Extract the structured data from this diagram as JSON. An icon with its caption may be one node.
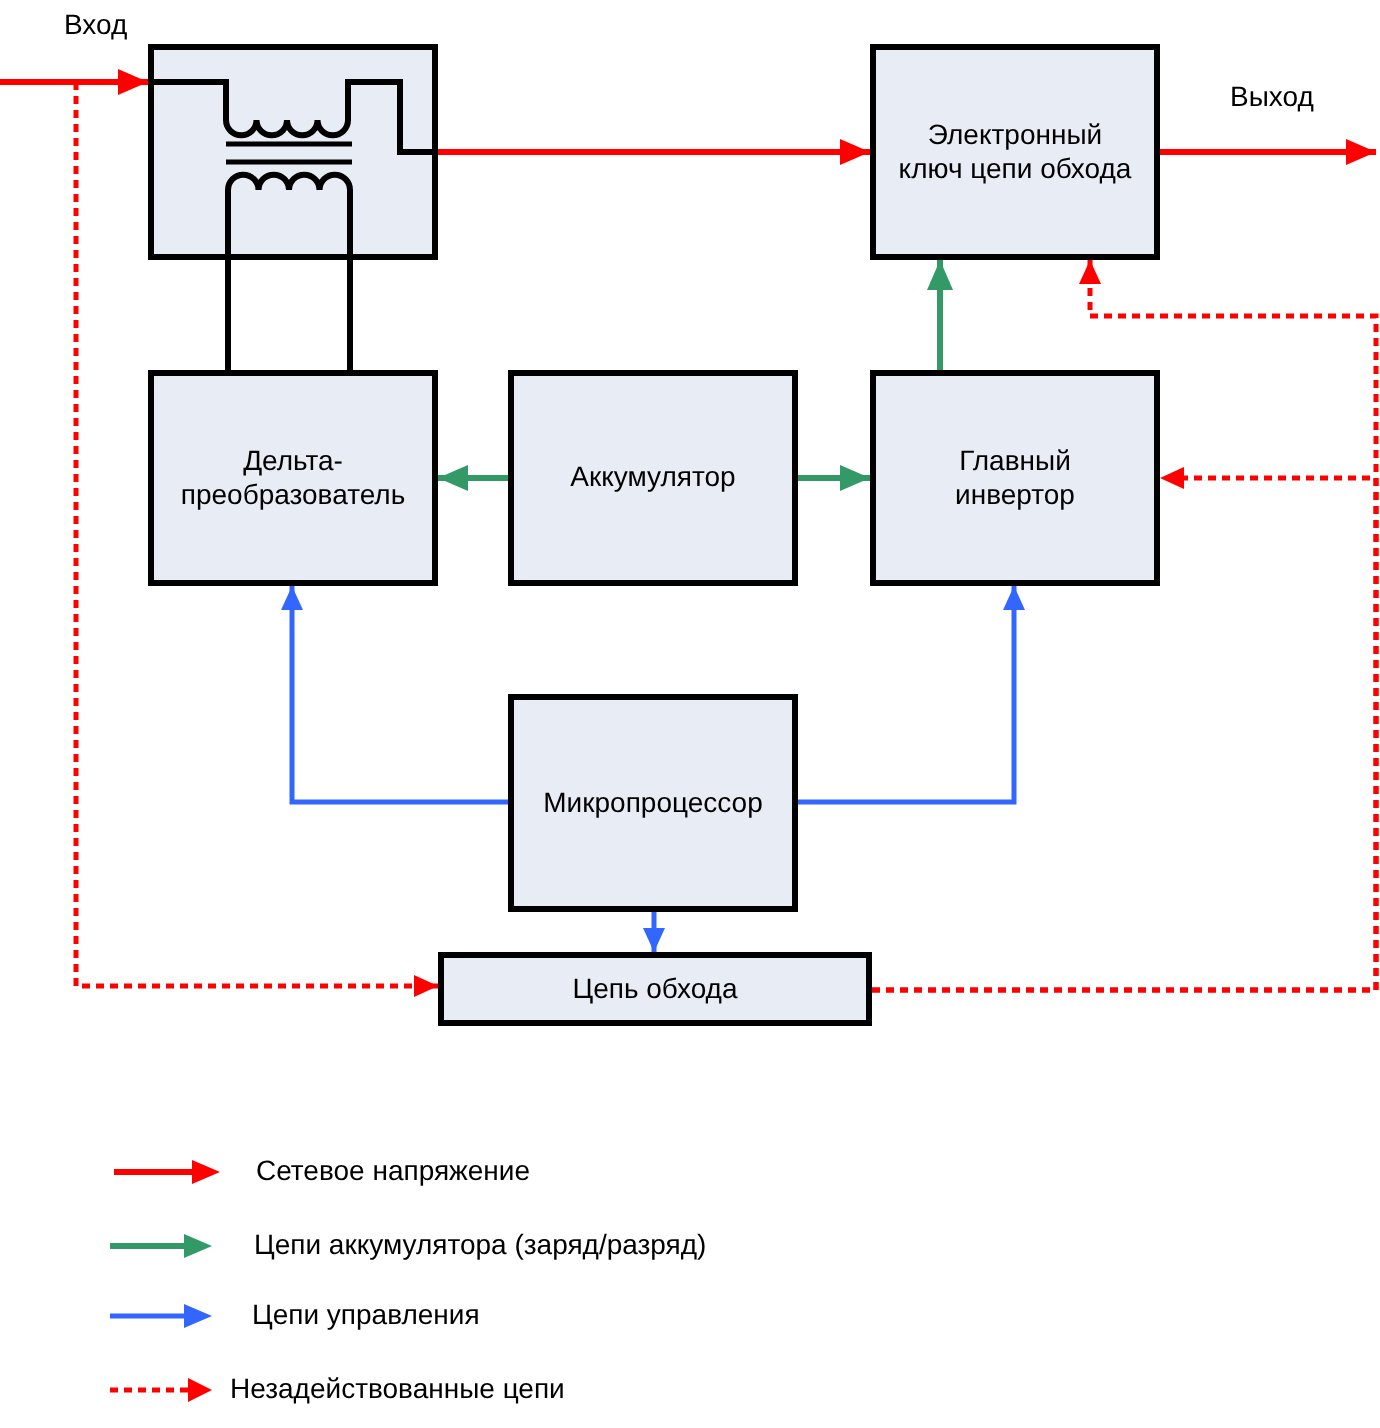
{
  "diagram": {
    "nodes": [
      {
        "text": [],
        "shape": "box"
      },
      {
        "text": [
          "Электронный ключ цепи обхода"
        ]
      },
      {
        "text": [
          "Дельта-преобразователь"
        ]
      },
      {
        "text": [
          "Аккумулятор"
        ]
      },
      {
        "text": [
          "Главный инвертор"
        ]
      },
      {
        "text": [
          "Микропроцессор"
        ]
      },
      {
        "text": [
          "Цепь обхода"
        ]
      }
    ],
    "edges": [
      {
        "from": null,
        "to": 0,
        "arrow": "to",
        "color": "#ff0000"
      },
      {
        "from": 0,
        "to": 1,
        "arrow": "to",
        "color": "#ff0000"
      },
      {
        "from": 1,
        "to": null,
        "arrow": "to",
        "color": "#ff0000"
      },
      {
        "from": 0,
        "to": 2,
        "arrow": "none",
        "color": "#000000"
      },
      {
        "from": 0,
        "to": 2,
        "arrow": "none",
        "color": "#000000"
      },
      {
        "from": 3,
        "to": 2,
        "arrow": "to",
        "color": "#339966"
      },
      {
        "from": 3,
        "to": 4,
        "arrow": "to",
        "color": "#339966"
      },
      {
        "from": 4,
        "to": 1,
        "arrow": "to",
        "color": "#339966"
      },
      {
        "from": 5,
        "to": 2,
        "arrow": "to",
        "color": "#3366ff"
      },
      {
        "from": 5,
        "to": 4,
        "arrow": "to",
        "color": "#3366ff"
      },
      {
        "from": 5,
        "to": 6,
        "arrow": "to",
        "color": "#3366ff"
      },
      {
        "from": null,
        "to": 6,
        "arrow": "to",
        "style": "dashed",
        "color": "#ff0000"
      },
      {
        "from": 6,
        "to": 1,
        "arrow": "to",
        "style": "dashed",
        "color": "#ff0000"
      },
      {
        "from": 6,
        "to": 4,
        "arrow": "to",
        "style": "dashed",
        "color": "#ff0000"
      }
    ],
    "labels": [
      "Вход",
      "Выход"
    ],
    "legend": [
      {
        "text": "Сетевое напряжение"
      },
      {
        "text": "Цепи аккумулятора (заряд/разряд)"
      },
      {
        "text": "Цепи управления"
      },
      {
        "text": "Незадействованные цепи"
      }
    ]
  }
}
